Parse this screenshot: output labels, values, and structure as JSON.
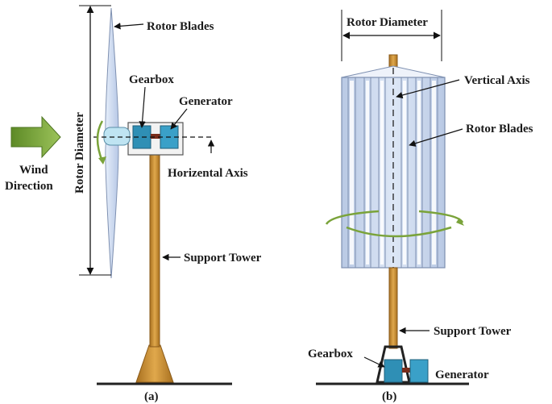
{
  "left_diagram": {
    "caption": "(a)",
    "labels": {
      "rotor_blades": "Rotor Blades",
      "gearbox": "Gearbox",
      "generator": "Generator",
      "horizontal_axis": "Horizental Axis",
      "rotor_diameter": "Rotor Diameter",
      "wind_line1": "Wind",
      "wind_line2": "Direction",
      "support_tower": "Support Tower"
    }
  },
  "right_diagram": {
    "caption": "(b)",
    "labels": {
      "rotor_diameter": "Rotor Diameter",
      "vertical_axis": "Vertical Axis",
      "rotor_blades": "Rotor Blades",
      "support_tower": "Support Tower",
      "gearbox": "Gearbox",
      "generator": "Generator"
    }
  },
  "colors": {
    "tower": "#c98a2e",
    "tower_dark": "#8a5a1a",
    "blade": "#c8d6ee",
    "blade_edge": "#7d8fb0",
    "gearbox": "#2f8fb5",
    "generator": "#3aa0c8",
    "arrow_green": "#7aa33a",
    "ground": "#222222"
  }
}
